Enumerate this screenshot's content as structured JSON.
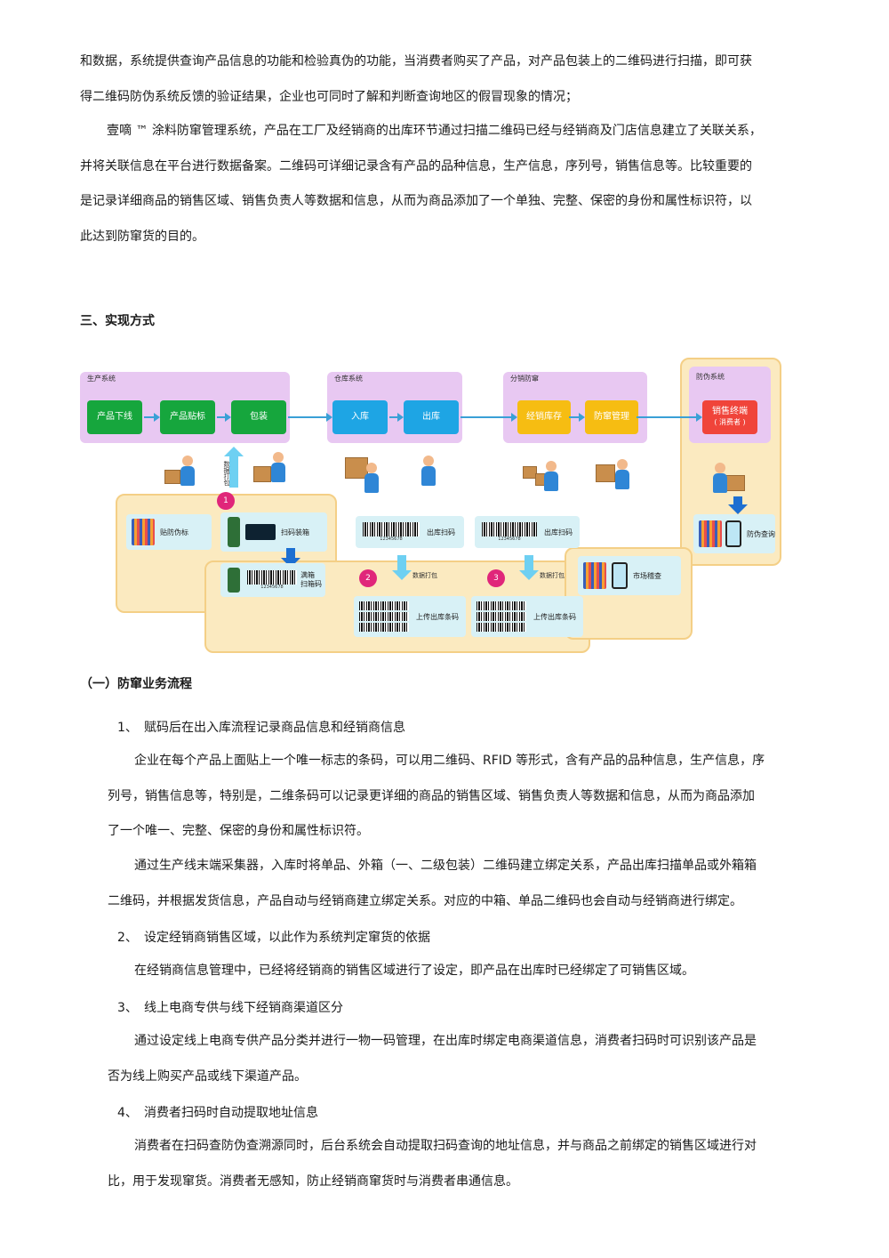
{
  "intro": {
    "p1_lines": [
      "和数据，系统提供查询产品信息的功能和检验真伪的功能，当消费者购买了产品，对产品包装上的二维码进行扫描，即可获",
      "得二维码防伪系统反馈的验证结果，企业也可同时了解和判断查询地区的假冒现象的情况；"
    ],
    "p2_lines": [
      "壹嘀 ™ 涂料防窜管理系统，产品在工厂及经销商的出库环节通过扫描二维码已经与经销商及门店信息建立了关联关系，",
      "并将关联信息在平台进行数据备案。二维码可详细记录含有产品的品种信息，生产信息，序列号，销售信息等。比较重要的",
      "是记录详细商品的销售区域、销售负责人等数据和信息，从而为商品添加了一个单独、完整、保密的身份和属性标识符，以",
      "此达到防窜货的目的。"
    ]
  },
  "section_title": "三、实现方式",
  "diagram": {
    "zones": {
      "production": "生产系统",
      "warehouse": "仓库系统",
      "distribution": "分销防窜",
      "anticounterfeit": "防伪系统"
    },
    "nodes": {
      "n1": "产品下线",
      "n2": "产品贴标",
      "n3": "包装",
      "n4": "入库",
      "n5": "出库",
      "n6": "经销库存",
      "n7": "防窜管理",
      "n8_line1": "销售终端",
      "n8_line2": "( 消费者 )"
    },
    "labels": {
      "data_pack": "数据打包",
      "data_pack2": "数据打包",
      "data_pack3": "数据打包",
      "label_anti": "贴防伪标",
      "scan_pack": "扫码装箱",
      "scan_box_line1": "满箱",
      "scan_box_line2": "扫箱码",
      "out_scan_1": "出库扫码",
      "out_scan_2": "出库扫码",
      "upload_1": "上传出库条码",
      "upload_2": "上传出库条码",
      "market_check": "市场稽查",
      "fake_query": "防伪查询",
      "barcode_num": "12345678"
    },
    "badges": [
      "1",
      "2",
      "3"
    ],
    "colors": {
      "zone_purple": "#e8c8f2",
      "band_yellow": "#fbeac0",
      "green": "#16a63d",
      "blue": "#1ea5e4",
      "yellow": "#f6bd12",
      "red": "#f0443a",
      "badge": "#e0267a"
    }
  },
  "subsection_title": "（一）防窜业务流程",
  "items": [
    {
      "num": "1、",
      "title": "赋码后在出入库流程记录商品信息和经销商信息",
      "paras": [
        [
          "企业在每个产品上面贴上一个唯一标志的条码，可以用二维码、RFID 等形式，含有产品的品种信息，生产信息，序",
          "列号，销售信息等，特别是，二维条码可以记录更详细的商品的销售区域、销售负责人等数据和信息，从而为商品添加",
          "了一个唯一、完整、保密的身份和属性标识符。"
        ],
        [
          "通过生产线末端采集器，入库时将单品、外箱（一、二级包装）二维码建立绑定关系，产品出库扫描单品或外箱箱",
          "二维码，并根据发货信息，产品自动与经销商建立绑定关系。对应的中箱、单品二维码也会自动与经销商进行绑定。"
        ]
      ]
    },
    {
      "num": "2、",
      "title": "设定经销商销售区域，以此作为系统判定窜货的依据",
      "paras": [
        [
          "在经销商信息管理中，已经将经销商的销售区域进行了设定，即产品在出库时已经绑定了可销售区域。"
        ]
      ]
    },
    {
      "num": "3、",
      "title": "线上电商专供与线下经销商渠道区分",
      "paras": [
        [
          "通过设定线上电商专供产品分类并进行一物一码管理，在出库时绑定电商渠道信息，消费者扫码时可识别该产品是",
          "否为线上购买产品或线下渠道产品。"
        ]
      ]
    },
    {
      "num": "4、",
      "title": "消费者扫码时自动提取地址信息",
      "paras": [
        [
          "消费者在扫码查防伪查溯源同时，后台系统会自动提取扫码查询的地址信息，并与商品之前绑定的销售区域进行对",
          "比，用于发现窜货。消费者无感知，防止经销商窜货时与消费者串通信息。"
        ]
      ]
    }
  ]
}
